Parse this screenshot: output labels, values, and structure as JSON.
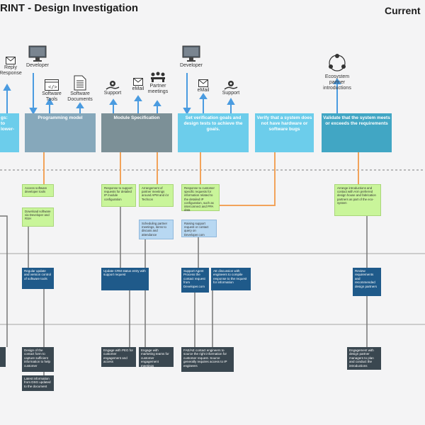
{
  "header": {
    "title": "RINT - Design Investigation",
    "title_right": "Current"
  },
  "actors": {
    "reply_response": "Reply\nResponse",
    "developer_1": "Developer",
    "software_tools": "Software\nTools",
    "software_documents": "Software\nDocuments",
    "support_1": "Support",
    "email_1": "eMail",
    "partner_meetings": "Partner\nmeetings",
    "developer_2": "Developer",
    "email_2": "eMail",
    "support_2": "Support",
    "ecosystem": "Ecosystem\npartner\nintroductions"
  },
  "stages": [
    {
      "label": "gs:\nto lower-"
    },
    {
      "label": "Programming model"
    },
    {
      "label": "Module Specification"
    },
    {
      "label": "Set verification goals and\ndesign tests to achieve the\ngoals."
    },
    {
      "label": "Verify that a system does\nnot have hardware or\nsoftware bugs"
    },
    {
      "label": "Validate that the system meets\nor exceeds the requirements"
    }
  ],
  "notes": {
    "g1": "Access software developer tools",
    "g2": "Download software via Developer and RSH",
    "g3": "Response to support requests for detailed IP module configuration",
    "g4": "Arrangement of partner meetings around APM and /or Techcon",
    "b1": "Scheduling partner meetings, items to discuss and attendance",
    "g5": "Response to customer specific requests for information related to the detailed IP configuration, such as interconnect and PPA data",
    "b2": "Raising support request or contact query on Developer.com",
    "g6": "Arrange introductions and contact with Arm preferred design house and fabrication partners as part of the eco-system"
  },
  "cards": {
    "n1": "Regular update and version control of software tools",
    "n2": "Update CRM status entry with support request",
    "n3": "Support Agent Process the contact request from Developer.com",
    "n4": "AE discussion with engineers to compile response to the request for information",
    "n5": "Review requirements and recommended design partners",
    "d1": "Design of the contact form to capture sufficient information to help customer",
    "d2": "Latest information from DSG updated to the document",
    "d3": "Engage with PEG for customer engagement and access",
    "d4": "Engage with marketing teams for customer engagement meetings",
    "d5": "FAE/AE contact engineers to source the right information for customer request. Source generally requires access to IP engineers",
    "d6": "Engagement with design partner managers to plan and conduct the introductions"
  },
  "colors": {
    "stage_light_blue": "#6ccdeb",
    "stage_gray_blue": "#86a8bb",
    "stage_gray": "#7c9097",
    "stage_teal": "#41a6c4",
    "note_green": "#c9f59a",
    "note_blue": "#b8d8f2",
    "card_navy": "#1f5a8a",
    "card_dark": "#3a4750",
    "arrow_blue": "#4a9be0",
    "line_orange": "#f2a35a"
  }
}
